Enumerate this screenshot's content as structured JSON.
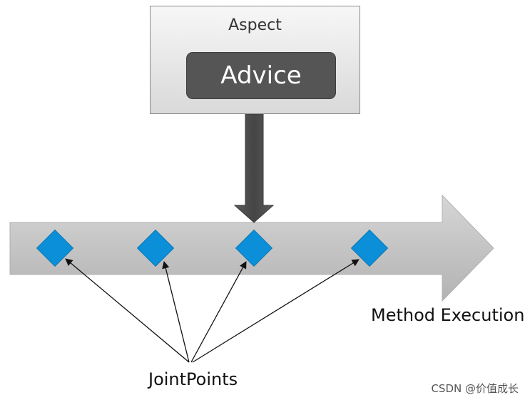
{
  "aspect": {
    "label": "Aspect",
    "advice_label": "Advice"
  },
  "timeline": {
    "label": "Method Execution",
    "joinpoint_count": 4
  },
  "joinpoints": {
    "label": "JointPoints"
  },
  "watermark": {
    "text": "CSDN @价值成长"
  },
  "colors": {
    "timeline": "#c4c4c4",
    "joinpoint": "#0a8fd8",
    "down_arrow": "#4a4a4a",
    "advice": "#555555"
  }
}
